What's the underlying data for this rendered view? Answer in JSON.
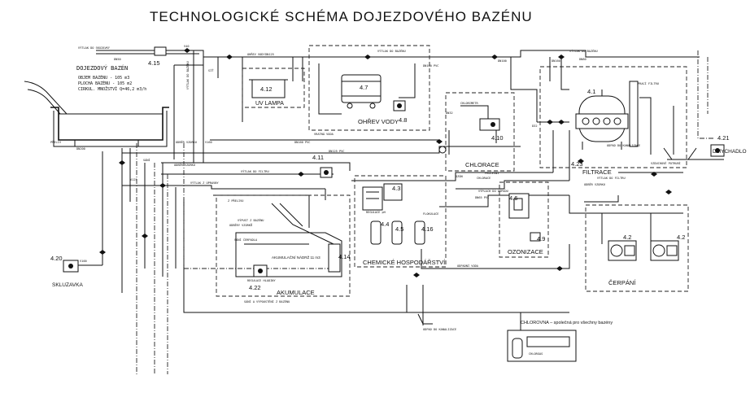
{
  "title": "TECHNOLOGICKÉ SCHÉMA DOJEZDOVÉHO BAZÉNU",
  "pool": {
    "name": "DOJEZDOVÝ BAZÉN",
    "volume": "OBJEM BAZÉNU - 105 m3",
    "area": "PLOCHA BAZÉNU - 105 m2",
    "flow": "CIRKUL. MNOŽSTVÍ Q=46,2 m3/h"
  },
  "sections": {
    "uv": "UV LAMPA",
    "heating": "OHŘEV VODY",
    "chlorination": "CHLORACE",
    "filtration": "FILTRACE",
    "chemical": "CHEMICKÉ HOSPODÁŘSTVÍ",
    "ozonation": "OZONIZACE",
    "pumping": "ČERPÁNÍ",
    "accumulation": "AKUMULACE",
    "slide": "SKLUZAVKA",
    "shower": "DMYCHADLO",
    "chlorine_room": "CHLOROVNA – společná pro všechny bazény",
    "accumulation_tank": "AKUMULAČNÍ NÁDRŽ 11 m3"
  },
  "equipment_ids": {
    "e415": "4.15",
    "e412": "4.12",
    "e47": "4.7",
    "e48": "4.8",
    "e41": "4.1",
    "e410": "4.10",
    "e421": "4.21",
    "e411": "4.11",
    "e43": "4.3",
    "e423": "4.23",
    "e46": "4.6",
    "e44": "4.4",
    "e45": "4.5",
    "e416": "4.16",
    "e49": "4.9",
    "e414": "4.14",
    "e422": "4.22",
    "e420": "4.20",
    "e42a": "4.2",
    "e42b": "4.2"
  },
  "pipe_labels": {
    "l1": "VÝTLAK DO SKUZAVKY",
    "l2": "VÝTLAK DO BAZÉNU",
    "l3": "VÝTLAK DO BAZÉNU",
    "l4": "OHŘEV VODY",
    "l5": "VRATNÁ VODA",
    "l6": "ODBĚR VZORKU",
    "l7": "ODBĚR VZORKU",
    "l8": "SÁNÍ",
    "l9": "SÁNÍ A VÝPOUSTĚNÍ Z BAZÉNU",
    "l10": "VÝTLAK DO FILTRU",
    "l11": "VÝPLACH DO ODPADU",
    "l12": "ODPADNÍ VODA",
    "l13": "PRACÍ FILTRU",
    "l14": "VZDUCHOVÉ POTRUBÍ",
    "l15": "ODPAD DO KANALIZACE",
    "l16": "ODPAD DO KANALIZACE",
    "l17": "DN100 PVC",
    "l18": "DN65 PVC",
    "l19": "DN160 PVC",
    "l20": "DN125 PVC",
    "l21": "ODBĚR VZORKU",
    "l22": "VÝTLAK DO FILTRU",
    "l23": "VÝTLAK Z ÚPRAVNY",
    "l24": "CHLORACE",
    "l25": "REGULACE pH",
    "l26": "OZÓN",
    "l27": "FLOKULACE",
    "l28": "PROCESNÍ",
    "l29": "Z PŘELIVU",
    "l30": "SÁNÍ ČERPADLA",
    "l31": "DN100",
    "l32": "DN160",
    "l33": "CHLORGAS",
    "l34": "DN125",
    "l35": "V160",
    "l36": "V125",
    "l37": "V100",
    "l38": "V40",
    "l39": "DN50",
    "l40": "DN32",
    "l41": "DN80",
    "l42": "D32",
    "l43": "DN200",
    "l44": "SÍŤ",
    "l45": "CHLORIMETR",
    "l46": "ODBĚRY VZORKŮ",
    "l47": "VÝPUST Z BAZÉNU",
    "l48": "PŘELIV",
    "l49": "REGULACE HLADINY",
    "l50": "VÝTLAK DO BAZÉNU"
  }
}
